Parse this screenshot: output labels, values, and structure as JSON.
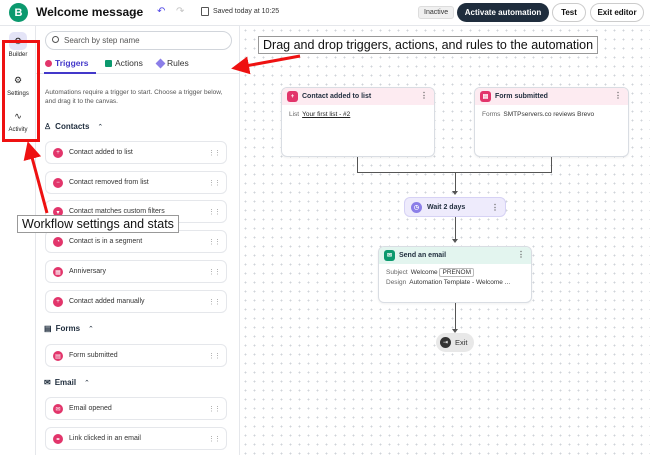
{
  "header": {
    "logo_letter": "B",
    "title": "Welcome message",
    "saved_text": "Saved today at 10:25",
    "status": "Inactive",
    "activate_label": "Activate automation",
    "test_label": "Test",
    "exit_label": "Exit editor"
  },
  "rail": {
    "items": [
      {
        "label": "Builder",
        "icon": "builder-icon"
      },
      {
        "label": "Settings",
        "icon": "gear-icon"
      },
      {
        "label": "Activity",
        "icon": "activity-icon"
      }
    ]
  },
  "sidebar": {
    "search_placeholder": "Search by step name",
    "tabs": [
      {
        "label": "Triggers",
        "color": "#e2356b"
      },
      {
        "label": "Actions",
        "color": "#0b996e"
      },
      {
        "label": "Rules",
        "color": "#8b7ee8"
      }
    ],
    "intro": "Automations require a trigger to start. Choose a trigger below, and drag it to the canvas.",
    "sections": {
      "contacts": "Contacts",
      "forms": "Forms",
      "email": "Email"
    },
    "contact_items": [
      "Contact added to list",
      "Contact removed from list",
      "Contact matches custom filters",
      "Contact is in a segment",
      "Anniversary",
      "Contact added manually"
    ],
    "form_items": [
      "Form submitted"
    ],
    "email_items": [
      "Email opened",
      "Link clicked in an email"
    ]
  },
  "canvas": {
    "node1": {
      "title": "Contact added to list",
      "label": "List",
      "value": "Your first list - #2"
    },
    "node2": {
      "title": "Form submitted",
      "label": "Forms",
      "value": "SMTPservers.co reviews Brevo"
    },
    "wait": {
      "title": "Wait 2 days"
    },
    "email": {
      "title": "Send an email",
      "subject_label": "Subject",
      "subject_value": "Welcome",
      "subject_tag": "PRENOM",
      "design_label": "Design",
      "design_value": "Automation Template - Welcome ..."
    },
    "exit": {
      "label": "Exit"
    }
  },
  "annotations": {
    "drag_drop": "Drag and drop triggers, actions, and rules to the automation",
    "workflow": "Workflow settings and stats"
  },
  "colors": {
    "brand": "#0b996e",
    "trigger": "#e2356b",
    "rule": "#8b7ee8",
    "annotation": "#ee1111"
  }
}
